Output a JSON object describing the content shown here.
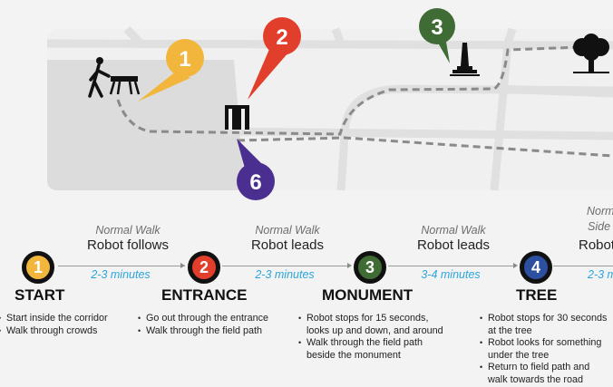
{
  "map": {
    "markers": [
      {
        "number": "1",
        "color": "#f2b63c",
        "label": "start-marker"
      },
      {
        "number": "2",
        "color": "#e23e2c",
        "label": "entrance-marker"
      },
      {
        "number": "3",
        "color": "#3f6b34",
        "label": "monument-marker"
      },
      {
        "number": "6",
        "color": "#4a2f90",
        "label": "return-marker"
      }
    ],
    "icons": [
      "person-walking-with-robot-dog-icon",
      "door-icon",
      "monument-icon",
      "tree-icon"
    ]
  },
  "timeline": {
    "stops": [
      {
        "number": "1",
        "color": "#f2b63c",
        "title": "START",
        "bullets": [
          "Start inside the corridor",
          "Walk through crowds"
        ]
      },
      {
        "number": "2",
        "color": "#e23e2c",
        "title": "ENTRANCE",
        "bullets": [
          "Go out through the entrance",
          "Walk through the field path"
        ]
      },
      {
        "number": "3",
        "color": "#3f6b34",
        "title": "MONUMENT",
        "bullets": [
          "Robot stops for 15 seconds,",
          "looks up and down, and around",
          "Walk through the field path",
          "beside the monument"
        ]
      },
      {
        "number": "4",
        "color": "#2d4fa0",
        "title": "TREE",
        "bullets": [
          "Robot stops for 30 seconds",
          "at the tree",
          "Robot looks for something",
          "under the tree",
          "Return to field path and",
          "walk towards the road"
        ]
      }
    ],
    "segments": [
      {
        "mode": "Normal Walk",
        "role": "Robot follows",
        "duration": "2-3 minutes"
      },
      {
        "mode": "Normal Walk",
        "role": "Robot leads",
        "duration": "2-3 minutes"
      },
      {
        "mode": "Normal Walk",
        "role": "Robot leads",
        "duration": "3-4 minutes"
      },
      {
        "mode": "Norm",
        "mode2": "Side",
        "role": "Robot",
        "duration": "2-3 m"
      }
    ]
  }
}
